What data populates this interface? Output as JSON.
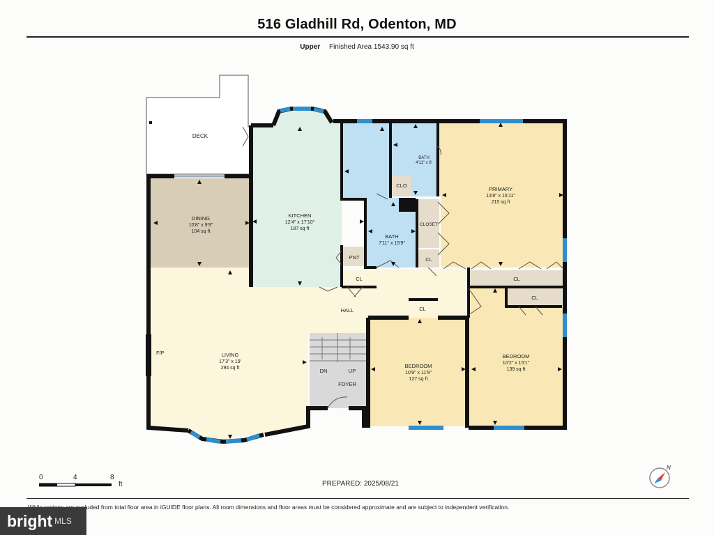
{
  "header": {
    "address": "516 Gladhill Rd, Odenton, MD",
    "level": "Upper",
    "finished_area": "Finished Area 1543.90 sq ft"
  },
  "rooms": {
    "deck": "DECK",
    "dining": {
      "name": "DINING",
      "dims": "10'8\" x 9'9\"",
      "area": "104 sq ft"
    },
    "kitchen": {
      "name": "KITCHEN",
      "dims": "12'4\" x 17'10\"",
      "area": "187 sq ft"
    },
    "bath_small": {
      "name": "BATH",
      "dims": "4'11\" x 8'"
    },
    "primary": {
      "name": "PRIMARY",
      "dims": "13'8\" x 15'11\"",
      "area": "215 sq ft"
    },
    "bath": {
      "name": "BATH",
      "dims": "7'11\" x 15'9\""
    },
    "clo": "CLO",
    "closet": "CLOSET",
    "pnt": "PNT",
    "cl": "CL",
    "hall": "HALL",
    "living": {
      "name": "LIVING",
      "dims": "17'3\" x 19'",
      "area": "294 sq ft"
    },
    "fp": "F/P",
    "dn": "DN",
    "up": "UP",
    "foyer": "FOYER",
    "bedroom1": {
      "name": "BEDROOM",
      "dims": "10'9\" x 11'9\"",
      "area": "127 sq ft"
    },
    "bedroom2": {
      "name": "BEDROOM",
      "dims": "10'2\" x 15'1\"",
      "area": "139 sq ft"
    }
  },
  "colors": {
    "wall": "#111111",
    "window": "#2f8fce",
    "deck": "#ffffff",
    "dining": "#d8cdb6",
    "kitchen": "#dff0e6",
    "bath": "#bfe0f3",
    "primary": "#f9e8b5",
    "living": "#fcf6dc",
    "hall": "#fcf6dc",
    "bedroom": "#f9e8b5",
    "closet": "#e6dccb",
    "stairs": "#d9d9d9"
  },
  "scale": {
    "labels": [
      "0",
      "4",
      "8"
    ],
    "unit": "ft"
  },
  "prepared": "PREPARED: 2025/08/21",
  "footnote": "While regions are excluded from total floor area in iGUIDE floor plans. All room dimensions and floor areas must be considered approximate and are subject to independent verification.",
  "watermark": {
    "brand": "bright",
    "suffix": "MLS"
  },
  "compass": {
    "north_label": "N"
  }
}
